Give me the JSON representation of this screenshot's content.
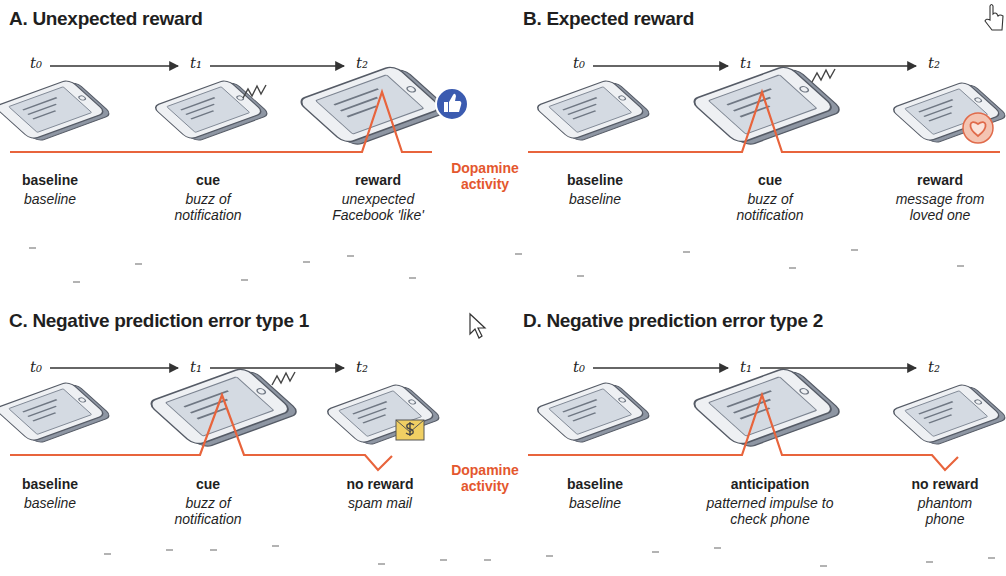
{
  "diagram": {
    "labels": [
      "A. Unexpected reward",
      "t₀",
      "t₁",
      "t₂",
      "baseline",
      "cue",
      "reward",
      "baseline",
      "buzz of notification",
      "unexpected Facebook 'like'",
      "Dopamine activity",
      "B. Expected reward",
      "t₀",
      "t₁",
      "t₂",
      "baseline",
      "cue",
      "reward",
      "baseline",
      "buzz of notification",
      "message from loved one",
      "C. Negative prediction error type 1",
      "t₀",
      "t₁",
      "t₂",
      "baseline",
      "cue",
      "no reward",
      "baseline",
      "buzz of notification",
      "spam mail",
      "Dopamine activity",
      "D. Negative prediction error type 2",
      "t₀",
      "t₁",
      "t₂",
      "baseline",
      "anticipation",
      "no reward",
      "baseline",
      "patterned impulse to check phone",
      "phantom phone"
    ]
  }
}
